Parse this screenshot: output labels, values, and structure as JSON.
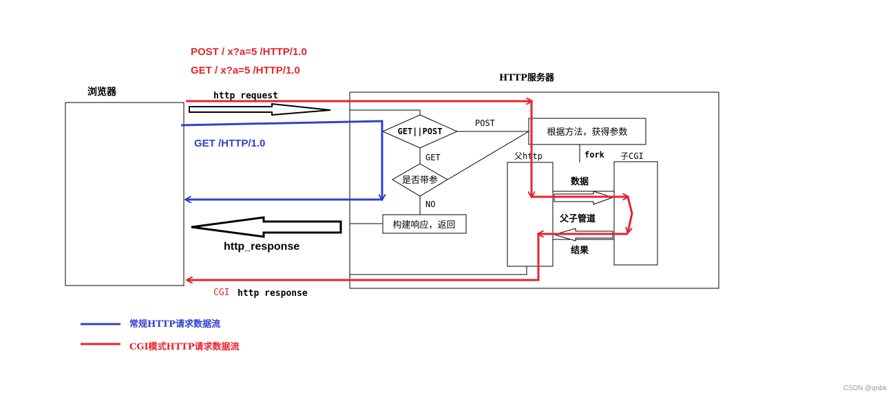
{
  "colors": {
    "red": "#e8232a",
    "blue": "#2f3fd0",
    "black": "#000000"
  },
  "labels": {
    "post_request": "POST / x?a=5 /HTTP/1.0",
    "get_request": "GET / x?a=5 /HTTP/1.0",
    "browser": "浏览器",
    "http_server": "HTTP服务器",
    "http_request": "http request",
    "get_http": "GET /HTTP/1.0",
    "decision_method": "GET||POST",
    "post": "POST",
    "get": "GET",
    "decision_param": "是否带参",
    "no": "NO",
    "get_params": "根据方法，获得参数",
    "fork": "fork",
    "parent_http": "父http",
    "child_cgi": "子CGI",
    "data": "数据",
    "pipe": "父子管道",
    "result": "结果",
    "build_response": "构建响应，返回",
    "http_response": "http_response",
    "cgi_prefix": "CGI",
    "cgi_http_response": "http response",
    "watermark": "CSDN @qnbk"
  },
  "legend": [
    {
      "label": "常规HTTP请求数据流",
      "color": "#2f3fd0"
    },
    {
      "label": "CGI模式HTTP请求数据流",
      "color": "#e8232a"
    }
  ]
}
